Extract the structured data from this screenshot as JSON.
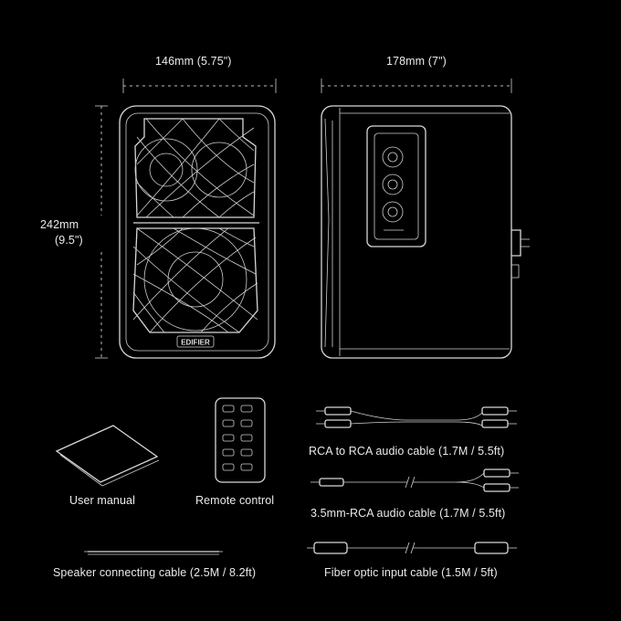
{
  "dimensions": {
    "width": "146mm (5.75\")",
    "depth": "178mm (7\")",
    "height_mm": "242mm",
    "height_in": "(9.5\")"
  },
  "brand": "EDIFIER",
  "accessories": {
    "user_manual": "User manual",
    "remote_control": "Remote control",
    "rca_cable": "RCA to RCA audio cable  (1.7M / 5.5ft)",
    "aux_cable": "3.5mm-RCA audio cable (1.7M / 5.5ft)",
    "speaker_cable": "Speaker connecting cable (2.5M / 8.2ft)",
    "fiber_cable": "Fiber optic input cable (1.5M / 5ft)"
  },
  "colors": {
    "background": "#000000",
    "line": "#d8d8d8"
  }
}
